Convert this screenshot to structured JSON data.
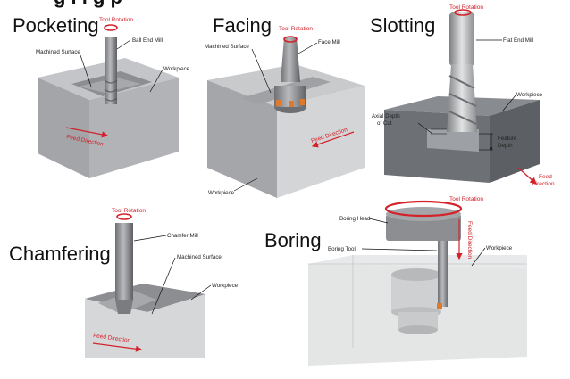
{
  "header": {
    "title_fragment": "g       i      i   g p"
  },
  "colors": {
    "feed_red": "#d2232a",
    "block_top": "#b9bbbe",
    "block_front": "#a9abad",
    "block_side": "#8d8f92",
    "tool": "#8a8c8f",
    "slot_block": "#6f7276"
  },
  "panels": {
    "pocketing": {
      "title": "Pocketing",
      "tool_rotation": "Tool Rotation",
      "tool": "Ball End Mill",
      "surface": "Machined Surface",
      "workpiece": "Workpiece",
      "feed": "Feed Direction"
    },
    "facing": {
      "title": "Facing",
      "tool_rotation": "Tool Rotation",
      "tool": "Face Mill",
      "surface": "Machined Surface",
      "workpiece": "Workpiece",
      "feed": "Feed Direction"
    },
    "slotting": {
      "title": "Slotting",
      "tool_rotation": "Tool Rotation",
      "tool": "Flat End Mill",
      "workpiece": "Workpiece",
      "axial_line1": "Axial Depth",
      "axial_line2": "of Cut",
      "feature_line1": "Feature",
      "feature_line2": "Depth",
      "feed_line1": "Feed",
      "feed_line2": "direction"
    },
    "chamfering": {
      "title": "Chamfering",
      "tool_rotation": "Tool Rotation",
      "tool": "Chamfer Mill",
      "surface": "Machined Surface",
      "workpiece": "Workpiece",
      "feed": "Feed Direction"
    },
    "boring": {
      "title": "Boring",
      "tool_rotation": "Tool Rotation",
      "head": "Boring Head",
      "tool": "Boring Tool",
      "workpiece": "Workpiece",
      "feed": "Feed Direction"
    }
  }
}
